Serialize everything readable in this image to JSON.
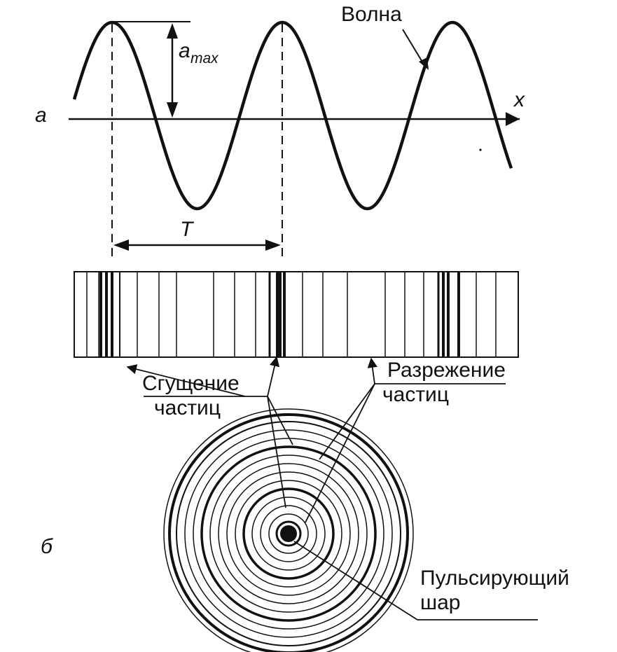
{
  "panel_a": {
    "label": "а",
    "wave_label": "Волна",
    "axis_label": "x",
    "amplitude_label_main": "a",
    "amplitude_label_sub": "max",
    "period_label": "T"
  },
  "panel_b": {
    "label": "б",
    "compression_label_line1": "Сгущение",
    "compression_label_line2": "частиц",
    "rarefaction_label_line1": "Разрежение",
    "rarefaction_label_line2": "частиц",
    "sphere_label_line1": "Пульсирующий",
    "sphere_label_line2": "шар"
  },
  "colors": {
    "ink": "#111111",
    "paper": "#ffffff"
  }
}
